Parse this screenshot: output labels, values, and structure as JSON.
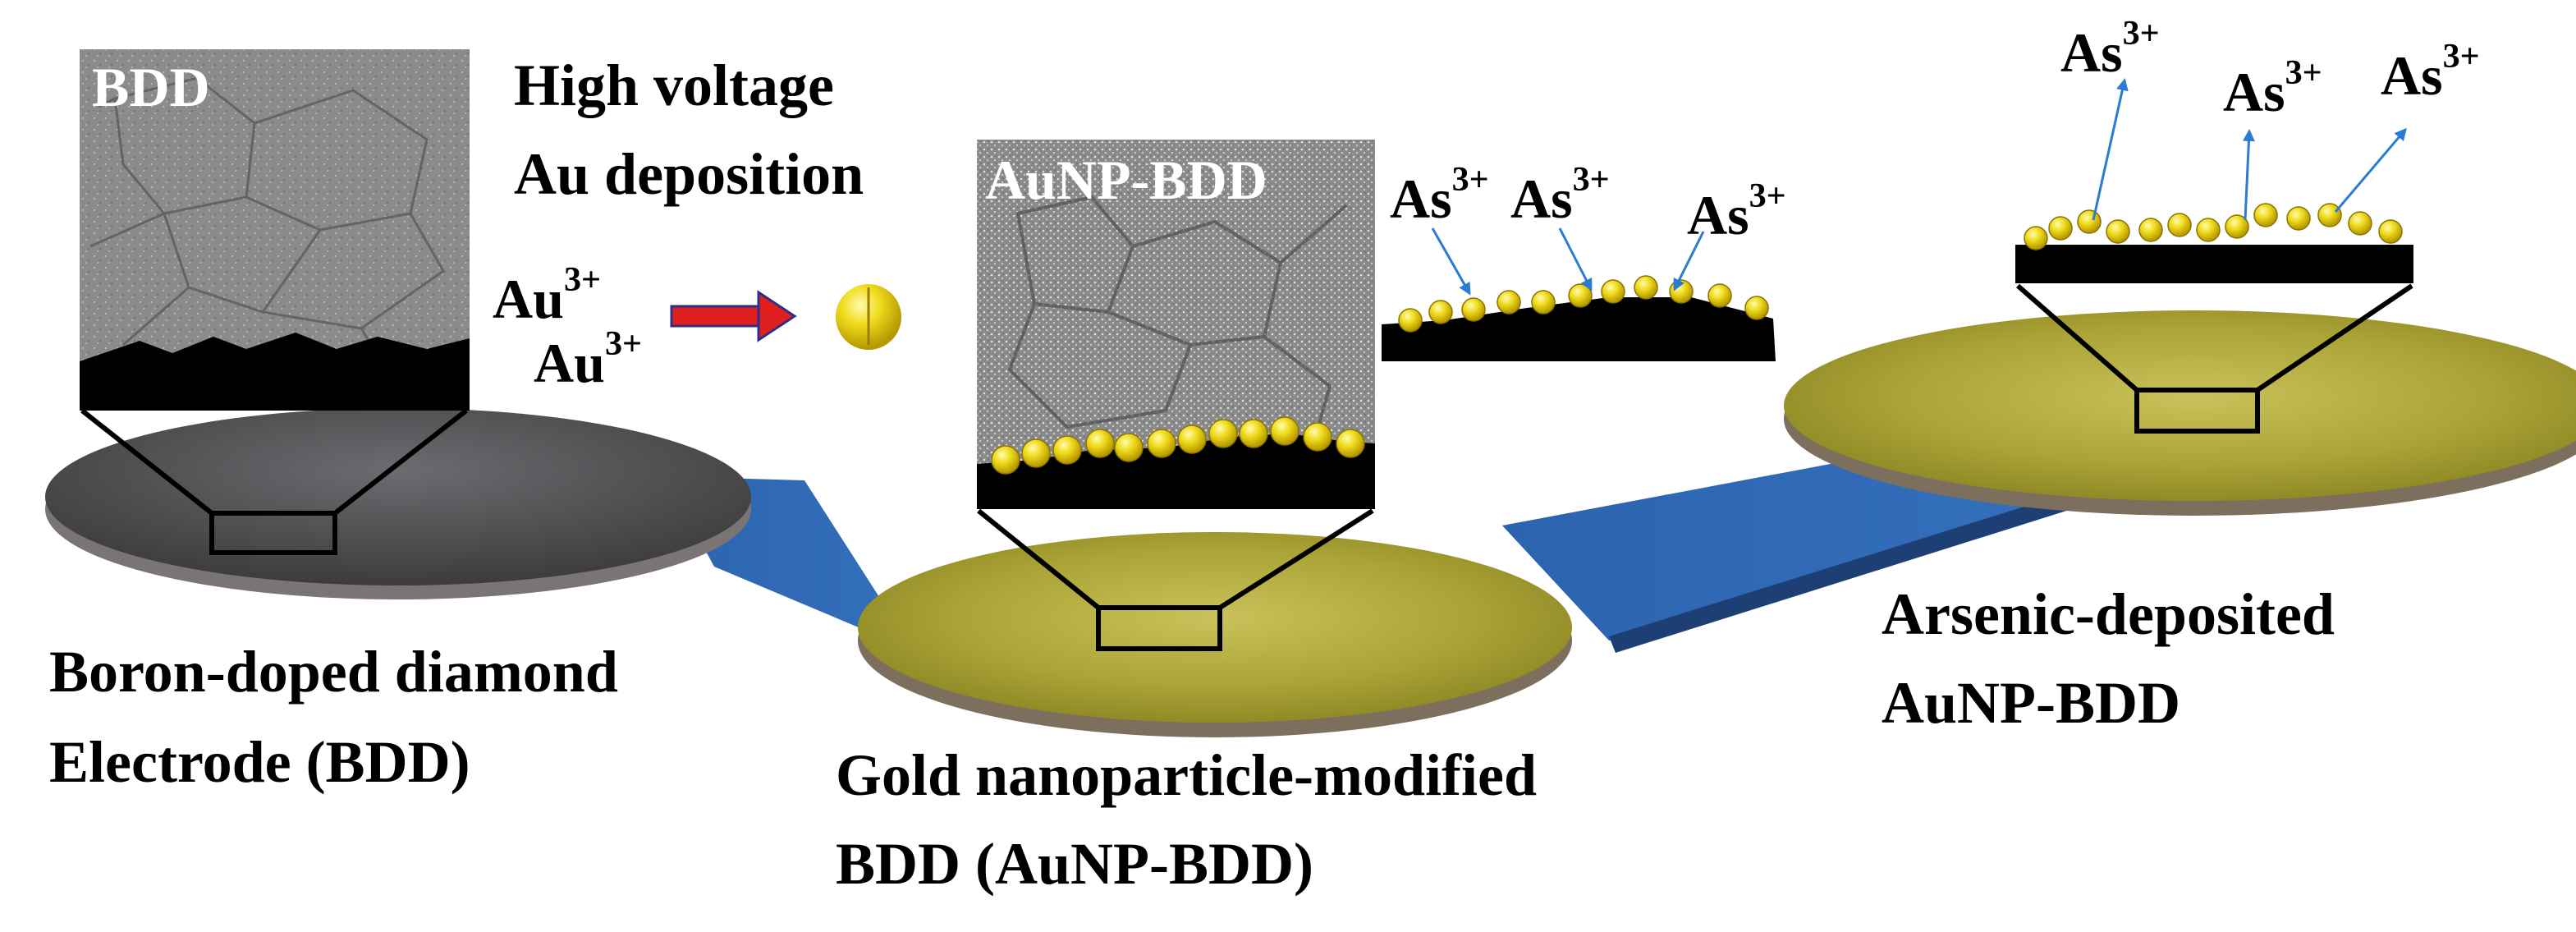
{
  "colors": {
    "ribbon": "#2f69b5",
    "bdd_disk": "#4d4d4f",
    "gold_disk": "#a6a130",
    "particle": "#e8d21a",
    "arrow_red": "#e01f1f",
    "arrow_blue": "#2a7bd4"
  },
  "sem_bdd": {
    "tag": "BDD"
  },
  "sem_aunp": {
    "tag": "AuNP-BDD"
  },
  "deposition": {
    "line1": "High voltage",
    "line2": "Au deposition",
    "ion_base": "Au",
    "ion_charge": "3+"
  },
  "arsenic_ion": {
    "base": "As",
    "charge": "3+"
  },
  "captions": {
    "bdd": [
      "Boron-doped diamond",
      "Electrode (BDD)"
    ],
    "aunp": [
      "Gold nanoparticle-modified",
      "BDD (AuNP-BDD)"
    ],
    "arsenic": [
      "Arsenic-deposited",
      "AuNP-BDD"
    ]
  }
}
